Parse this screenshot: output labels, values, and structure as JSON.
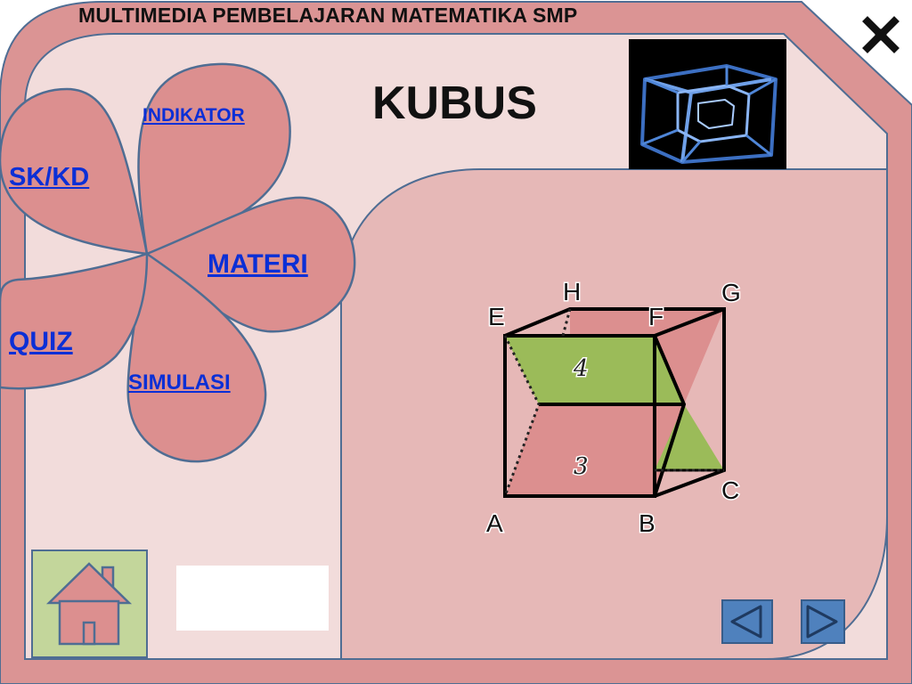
{
  "app": {
    "title": "MULTIMEDIA PEMBELAJARAN MATEMATIKA SMP",
    "page_title": "KUBUS"
  },
  "nav": {
    "indikator": "INDIKATOR",
    "skkd": "SK/KD",
    "materi": "MATERI",
    "quiz": "QUIZ",
    "simulasi": "SIMULASI"
  },
  "cube": {
    "vertices": {
      "A": "A",
      "B": "B",
      "C": "C",
      "E": "E",
      "F": "F",
      "G": "G",
      "H": "H"
    },
    "face_label_top": "4",
    "face_label_bottom": "3"
  },
  "colors": {
    "frame": "#db9494",
    "panel_light": "#f2dcdb",
    "panel_pink": "#e6b8b7",
    "petal": "#dc8f8f",
    "outline": "#4f6d93",
    "green_face": "#9bbb59",
    "link_blue": "#0b2fd6",
    "button_blue": "#4f81bd",
    "home_bg": "#c3d69b"
  },
  "icons": {
    "close": "close-icon",
    "home": "home-icon",
    "prev": "arrow-left-icon",
    "next": "arrow-right-icon",
    "cube_image": "hypercube-icon"
  }
}
